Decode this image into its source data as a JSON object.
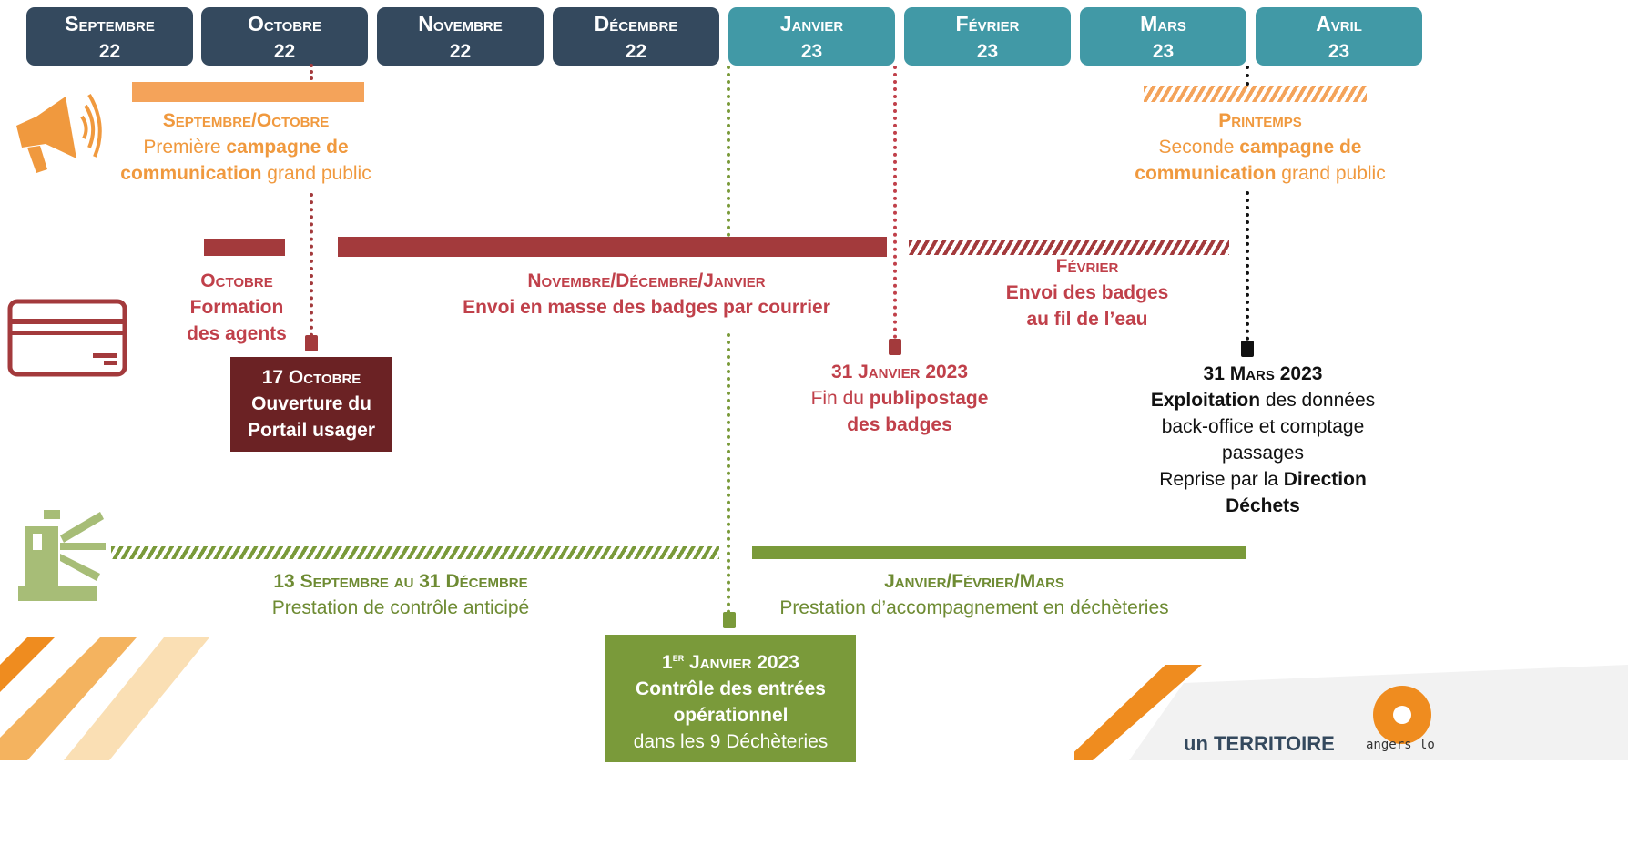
{
  "months": [
    {
      "name": "Septembre",
      "year": "22"
    },
    {
      "name": "Octobre",
      "year": "22"
    },
    {
      "name": "Novembre",
      "year": "22"
    },
    {
      "name": "Décembre",
      "year": "22"
    },
    {
      "name": "Janvier",
      "year": "23"
    },
    {
      "name": "Février",
      "year": "23"
    },
    {
      "name": "Mars",
      "year": "23"
    },
    {
      "name": "Avril",
      "year": "23"
    }
  ],
  "communication": {
    "first_period": "Septembre/Octobre",
    "first_pre": "Première ",
    "first_bold": "campagne de communication",
    "first_post": " grand public",
    "second_period": "Printemps",
    "second_pre": "Seconde ",
    "second_bold": "campagne de communication",
    "second_post": " grand public"
  },
  "badges": {
    "training_period": "Octobre",
    "training_text": "Formation des agents",
    "mass_period": "Novembre/Décembre/Janvier",
    "mass_text": "Envoi en masse des badges par courrier",
    "flow_period": "Février",
    "flow_text": "Envoi des badges au fil de l’eau"
  },
  "milestones": {
    "portal_date": "17 Octobre",
    "portal_text": "Ouverture du Portail usager",
    "mailing_date": "31 Janvier 2023",
    "mailing_pre": "Fin du ",
    "mailing_bold": "publipostage des badges",
    "exploit_date": "31 Mars 2023",
    "exploit_bold": "Exploitation",
    "exploit_text": " des données back-office et comptage passages",
    "takeover_pre": "Reprise par la ",
    "takeover_bold": "Direction Déchets",
    "control_date_num": "1",
    "control_date_sup": "er",
    "control_date_rest": " Janvier 2023",
    "control_bold": "Contrôle des entrées opérationnel",
    "control_text": "dans les 9 Déchèteries"
  },
  "control": {
    "anticipated_period": "13 Septembre au 31 Décembre",
    "anticipated_text": "Prestation de contrôle anticipé",
    "support_period": "Janvier/Février/Mars",
    "support_text": "Prestation d’accompagnement en déchèteries"
  },
  "footer": {
    "slogan": "un TERRITOIRE",
    "brand": "angers lo"
  },
  "colors": {
    "dark_month": "#34495e",
    "teal_month": "#4199a6",
    "orange": "#f0993e",
    "red": "#a33a3c",
    "green": "#7a9a3a",
    "portal_box": "#6b2224",
    "control_box": "#7a9a3a"
  }
}
